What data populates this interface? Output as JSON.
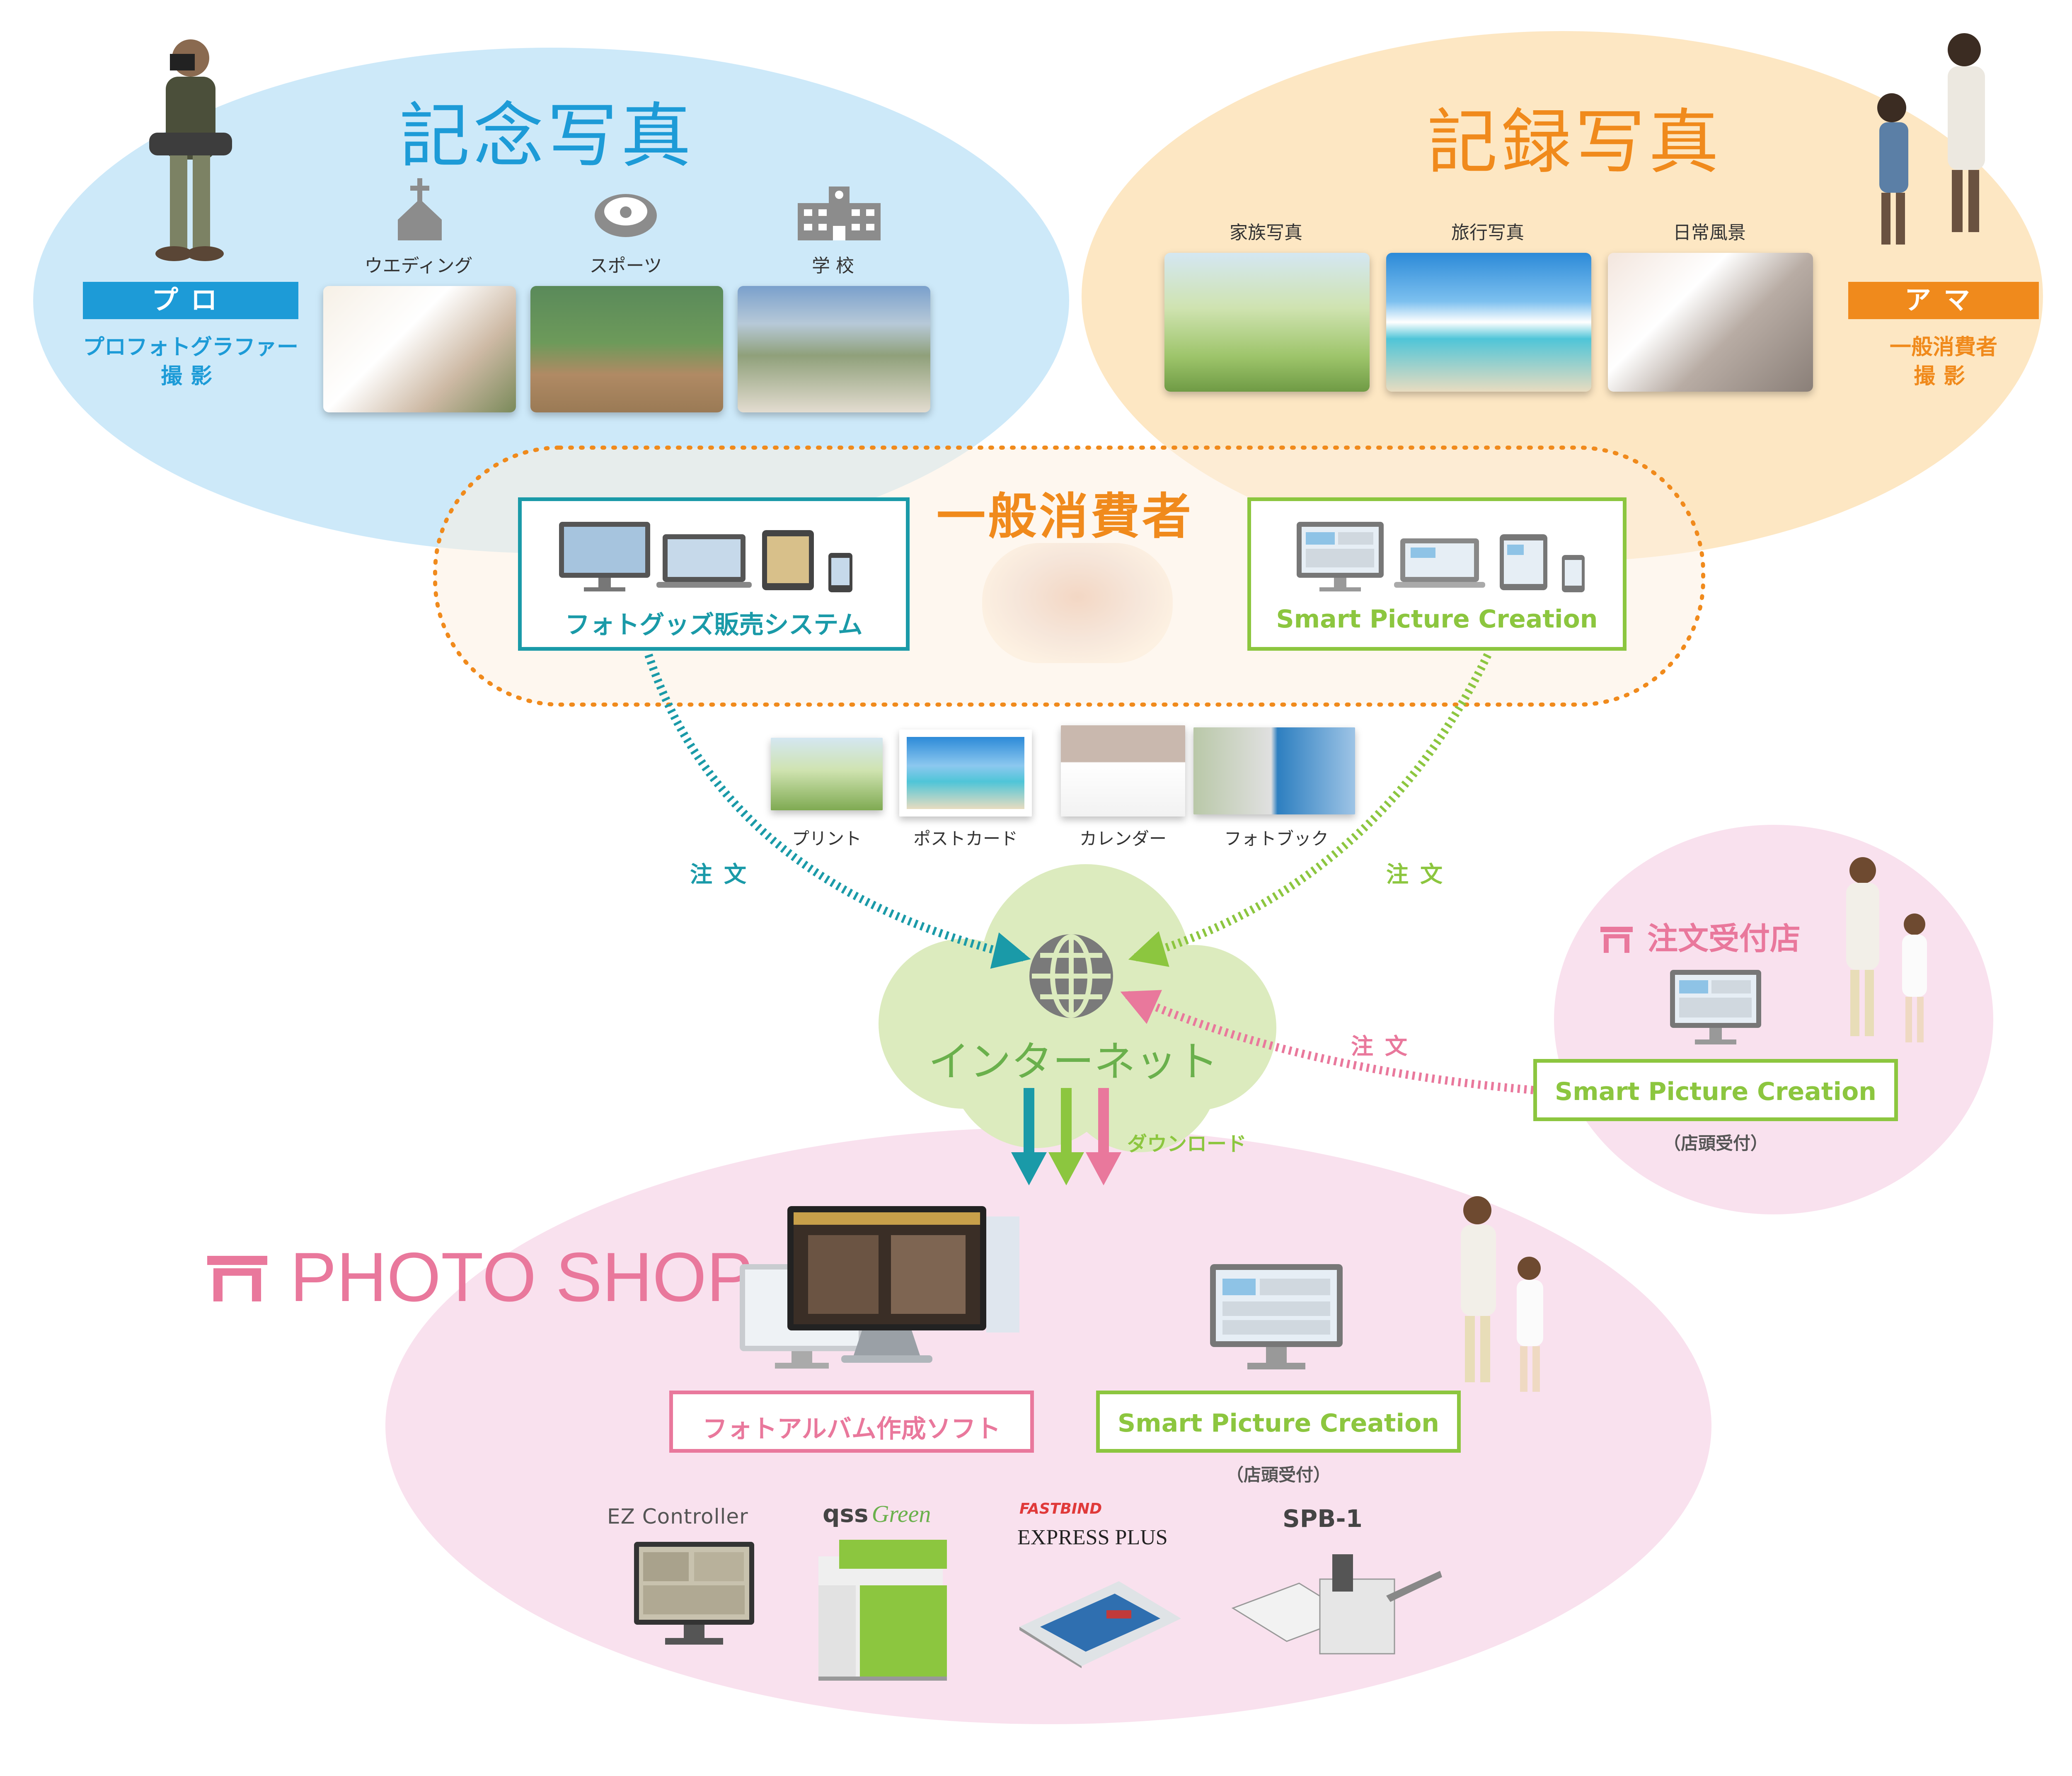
{
  "commemorative": {
    "title": "記念写真",
    "categories": [
      "ウエディング",
      "スポーツ",
      "学 校"
    ],
    "badge": "プロ",
    "entity": [
      "プロフォトグラファー",
      "撮影"
    ]
  },
  "record": {
    "title": "記録写真",
    "categories": [
      "家族写真",
      "旅行写真",
      "日常風景"
    ],
    "badge": "アマ",
    "entity": [
      "一般消費者",
      "撮影"
    ]
  },
  "consumer": {
    "title": "一般消費者",
    "goods_system": "フォトグッズ販売システム",
    "spc": "Smart Picture Creation"
  },
  "products": [
    "プリント",
    "ポストカード",
    "カレンダー",
    "フォトブック"
  ],
  "order_label": "注文",
  "internet": {
    "label": "インターネット",
    "download": "ダウンロード"
  },
  "order_shop": {
    "title": "注文受付店",
    "spc": "Smart Picture Creation",
    "note": "（店頭受付）"
  },
  "photo_shop": {
    "title": "PHOTO SHOP",
    "album_software": "フォトアルバム作成ソフト",
    "spc": "Smart Picture Creation",
    "note": "（店頭受付）"
  },
  "equipment": {
    "ez": "EZ Controller",
    "qss": "qss",
    "green": "Green",
    "fastbind": "FASTBIND",
    "express": "EXPRESS PLUS",
    "spb": "SPB-1"
  },
  "colors": {
    "blue_region": "#cde9f9",
    "orange_region": "#fde3b8",
    "pink_region": "#f9e1ee",
    "consumer_fill": "#fdf1e2",
    "teal": "#1a9aa8",
    "green": "#8cc63f",
    "pink": "#e9789c",
    "orange": "#f08a1c",
    "pro_blue": "#1d9bd7"
  },
  "icons": [
    "church-icon",
    "stadium-icon",
    "school-icon",
    "globe-icon",
    "cloud-icon",
    "shop-icon",
    "monitor-icon",
    "laptop-icon",
    "tablet-icon",
    "phone-icon"
  ]
}
